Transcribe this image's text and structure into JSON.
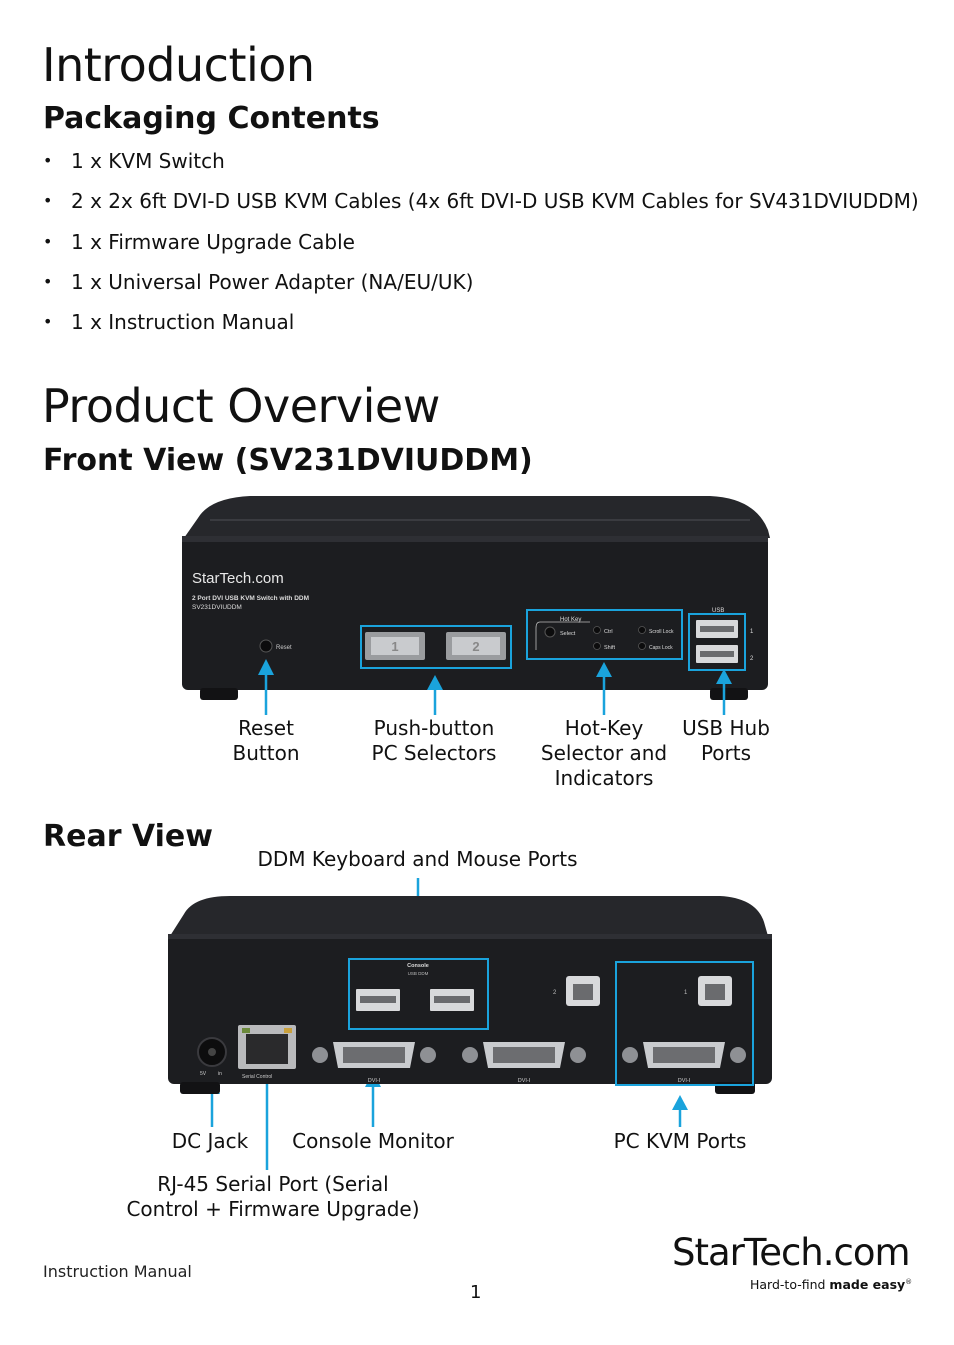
{
  "intro": {
    "title": "Introduction",
    "packaging_heading": "Packaging Contents",
    "items": [
      "1 x KVM Switch",
      "2 x 2x 6ft DVI-D USB KVM Cables (4x 6ft DVI-D USB KVM Cables for SV431DVIUDDM)",
      "1 x Firmware Upgrade Cable",
      "1 x Universal Power Adapter (NA/EU/UK)",
      "1 x Instruction Manual"
    ],
    "bullet": "•"
  },
  "overview": {
    "title": "Product Overview",
    "front_heading": "Front View (SV231DVIUDDM)",
    "rear_heading": "Rear View"
  },
  "front": {
    "brand": "StarTech.com",
    "subtitle": "2 Port DVI USB KVM Switch with DDM",
    "model": "SV231DVIUDDM",
    "reset_text": "Reset",
    "btn1": "1",
    "btn2": "2",
    "hotkey": "Hot Key",
    "select": "Select",
    "ctrl": "Ctrl",
    "shift": "Shift",
    "scroll": "Scroll Lock",
    "caps": "Caps Lock",
    "usb": "USB",
    "usb1": "1",
    "usb2": "2",
    "labels": {
      "reset": [
        "Reset",
        "Button"
      ],
      "push": [
        "Push-button",
        "PC Selectors"
      ],
      "hotkey": [
        "Hot-Key",
        "Selector and",
        "Indicators"
      ],
      "usb": [
        "USB Hub",
        "Ports"
      ]
    }
  },
  "rear": {
    "console": "Console",
    "usb_ddm": "USB DDM",
    "dvi": "DVI-I",
    "serial": "Serial Control",
    "port_a": "2",
    "port_b": "1",
    "power": "5V",
    "power2": "in",
    "labels": {
      "ddm": "DDM Keyboard and Mouse Ports",
      "dc": "DC Jack",
      "console_monitor": "Console Monitor",
      "pc_kvm": "PC KVM Ports",
      "rj45": [
        "RJ-45 Serial Port (Serial",
        "Control + Firmware Upgrade)"
      ]
    }
  },
  "footer": {
    "doc": "Instruction Manual",
    "page": "1",
    "logo_main": "StarTech.com",
    "tagline_pre": "Hard-to-find ",
    "tagline_bold": "made easy",
    "reg": "®"
  },
  "colors": {
    "accent": "#1aa3dc",
    "device": "#1c1d20"
  }
}
